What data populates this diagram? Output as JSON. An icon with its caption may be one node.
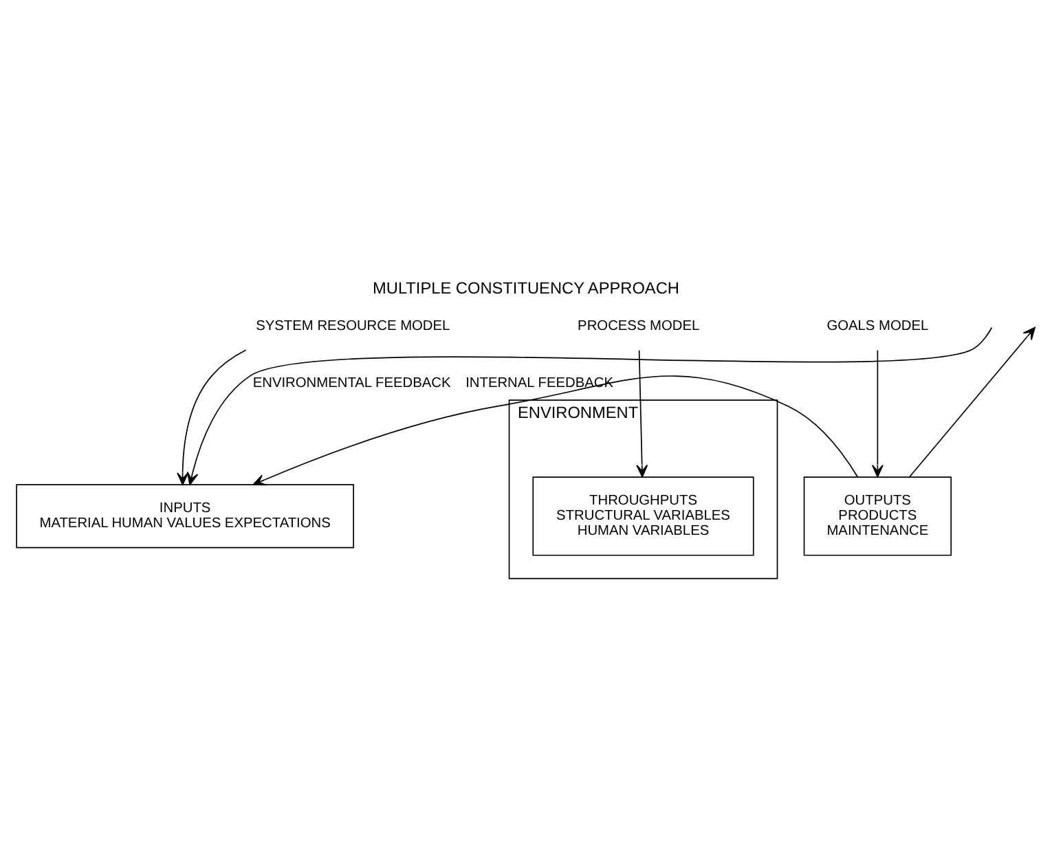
{
  "diagram": {
    "title": "MULTIPLE CONSTITUENCY APPROACH",
    "nodes": [
      {
        "text": [
          "SYSTEM RESOURCE MODEL"
        ]
      },
      {
        "text": [
          "PROCESS MODEL"
        ]
      },
      {
        "text": [
          "GOALS MODEL"
        ]
      },
      {
        "text": [
          "ENVIRONMENT"
        ]
      },
      {
        "text": [
          "INPUTS",
          "MATERIAL HUMAN VALUES EXPECTATIONS"
        ]
      },
      {
        "text": [
          "THROUGHPUTS",
          "STRUCTURAL VARIABLES",
          "HUMAN VARIABLES"
        ],
        "in": 3
      },
      {
        "text": [
          "OUTPUTS",
          "PRODUCTS",
          "MAINTENANCE"
        ]
      }
    ],
    "edges": [
      {
        "from": 0,
        "to": 4,
        "arrow": "to"
      },
      {
        "from": 1,
        "to": 5,
        "arrow": "to"
      },
      {
        "from": 2,
        "to": 6,
        "arrow": "to"
      },
      {
        "from": 6,
        "to": 4,
        "arrow": "to",
        "label": "INTERNAL FEEDBACK"
      },
      {
        "from": 6,
        "to": null,
        "arrow": "to"
      },
      {
        "from": null,
        "to": 4,
        "arrow": "to",
        "label": "ENVIRONMENTAL FEEDBACK"
      }
    ]
  }
}
